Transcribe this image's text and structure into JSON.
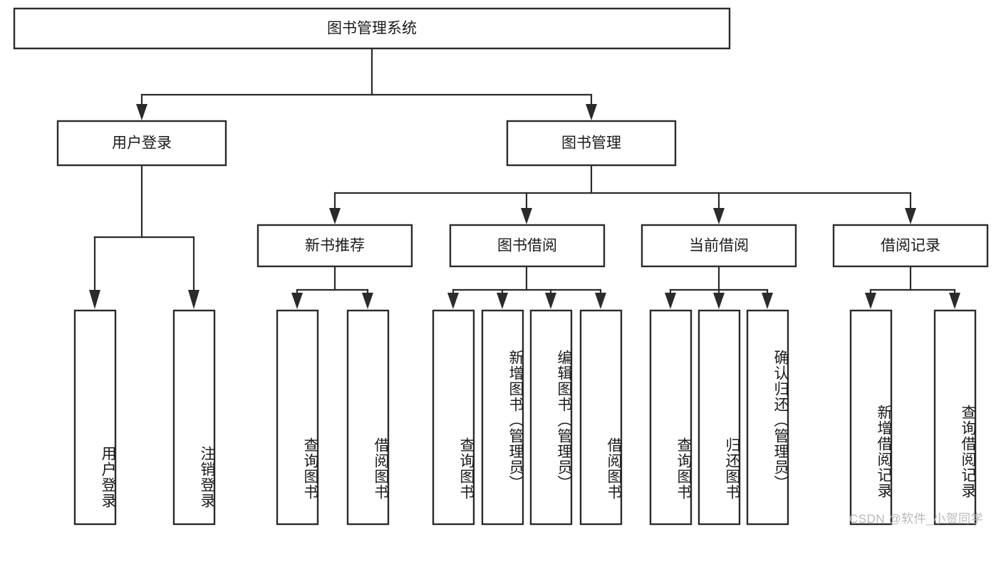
{
  "diagram": {
    "type": "tree",
    "title": "图书管理系统",
    "watermark": "CSDN @软件_小贺同学",
    "colors": {
      "stroke": "#2b2b2b",
      "box_fill": "#ffffff",
      "text": "#1a1a1a",
      "background": "#ffffff",
      "watermark": "#b8b8b8"
    },
    "levels": {
      "root": {
        "label": "图书管理系统"
      },
      "level2": [
        {
          "label": "用户登录"
        },
        {
          "label": "图书管理"
        }
      ],
      "level3": [
        {
          "label": "新书推荐"
        },
        {
          "label": "图书借阅"
        },
        {
          "label": "当前借阅"
        },
        {
          "label": "借阅记录"
        }
      ]
    },
    "nodes": {
      "root": "图书管理系统",
      "user_login": "用户登录",
      "book_manage": "图书管理",
      "new_book_rec": "新书推荐",
      "book_borrow": "图书借阅",
      "current_borrow": "当前借阅",
      "borrow_record": "借阅记录"
    },
    "leaves": {
      "user_login": [
        {
          "label": "用户登录"
        },
        {
          "label": "注销登录"
        }
      ],
      "new_book_rec": [
        {
          "label": "查询图书"
        },
        {
          "label": "借阅图书"
        }
      ],
      "book_borrow": [
        {
          "label": "查询图书"
        },
        {
          "label": "新增图书（管理员）"
        },
        {
          "label": "编辑图书（管理员）"
        },
        {
          "label": "借阅图书"
        }
      ],
      "current_borrow": [
        {
          "label": "查询图书"
        },
        {
          "label": "归还图书"
        },
        {
          "label": "确认归还（管理员）"
        }
      ],
      "borrow_record": [
        {
          "label": "新增借阅记录"
        },
        {
          "label": "查询借阅记录"
        }
      ]
    }
  }
}
